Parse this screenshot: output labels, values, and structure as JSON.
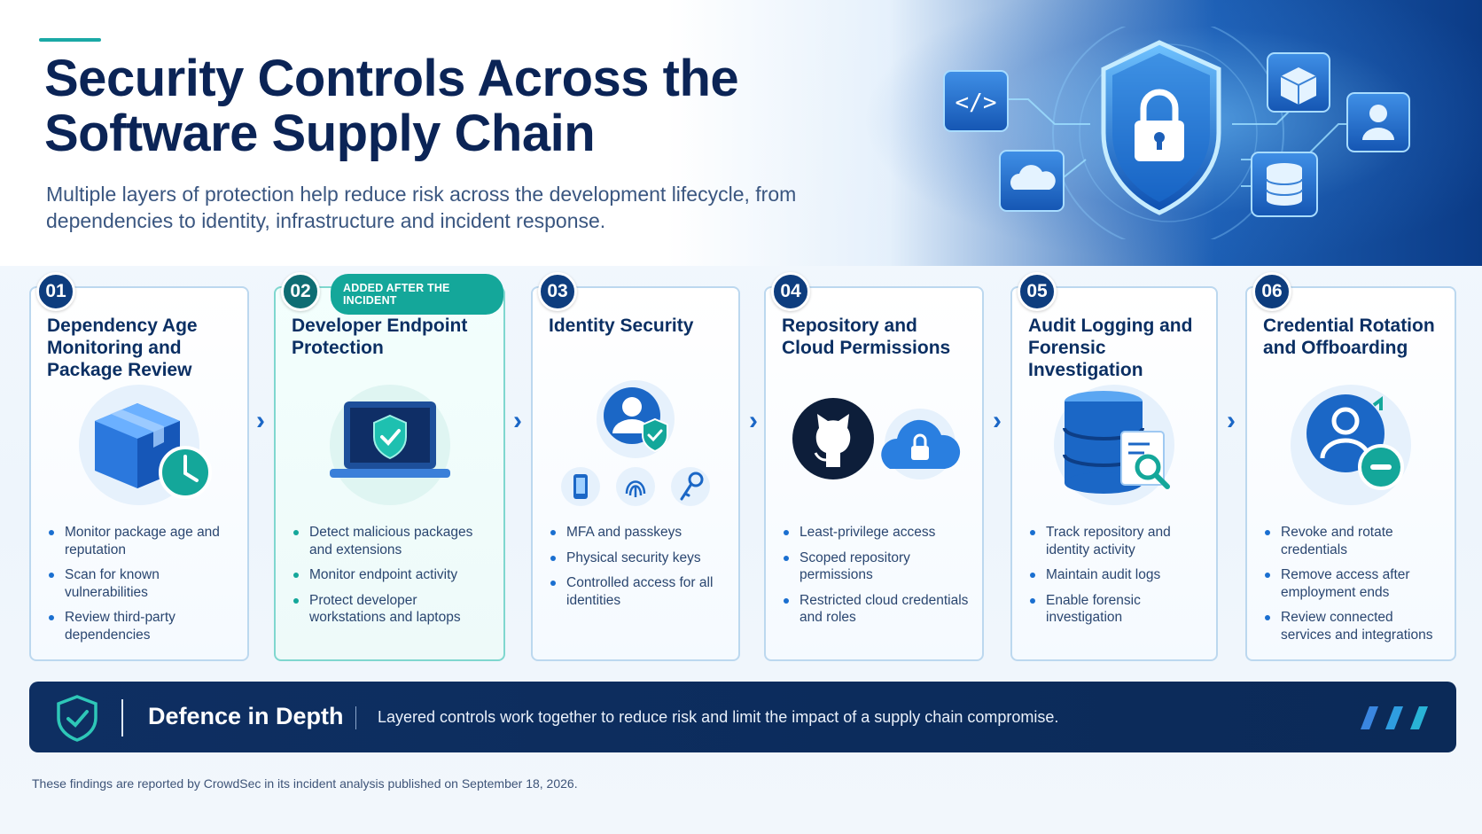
{
  "header": {
    "title": "Security Controls Across the Software Supply Chain",
    "subtitle": "Multiple layers of protection help reduce risk across the development lifecycle, from dependencies to identity, infrastructure and incident response."
  },
  "cards": [
    {
      "number": "01",
      "title": "Dependency Age Monitoring and Package Review",
      "icon": "package-clock-icon",
      "bullets": [
        "Monitor package age and reputation",
        "Scan for known vulnerabilities",
        "Review third-party dependencies"
      ]
    },
    {
      "number": "02",
      "tag": "ADDED AFTER THE INCIDENT",
      "title": "Developer Endpoint Protection",
      "icon": "laptop-shield-icon",
      "bullets": [
        "Detect malicious packages and extensions",
        "Monitor endpoint activity",
        "Protect developer workstations and laptops"
      ]
    },
    {
      "number": "03",
      "title": "Identity Security",
      "icon": "user-shield-icon",
      "bullets": [
        "MFA and passkeys",
        "Physical security keys",
        "Controlled access for all identities"
      ]
    },
    {
      "number": "04",
      "title": "Repository and Cloud Permissions",
      "icon": "github-cloud-lock-icon",
      "bullets": [
        "Least-privilege access",
        "Scoped repository permissions",
        "Restricted cloud credentials and roles"
      ]
    },
    {
      "number": "05",
      "title": "Audit Logging and Forensic Investigation",
      "icon": "database-search-icon",
      "bullets": [
        "Track repository and identity activity",
        "Maintain audit logs",
        "Enable forensic investigation"
      ]
    },
    {
      "number": "06",
      "title": "Credential Rotation and Offboarding",
      "icon": "user-remove-icon",
      "bullets": [
        "Revoke and rotate credentials",
        "Remove access after employment ends",
        "Review connected services and integrations"
      ]
    }
  ],
  "banner": {
    "title": "Defence in Depth",
    "text": "Layered controls work together to reduce risk and limit the impact of a supply chain compromise."
  },
  "footnote": "These findings are reported by CrowdSec in its incident analysis published on September 18, 2026.",
  "colors": {
    "navy": "#0b2456",
    "accent_blue": "#1b67c6",
    "teal": "#14a79a",
    "banner": "#0e2f62"
  }
}
